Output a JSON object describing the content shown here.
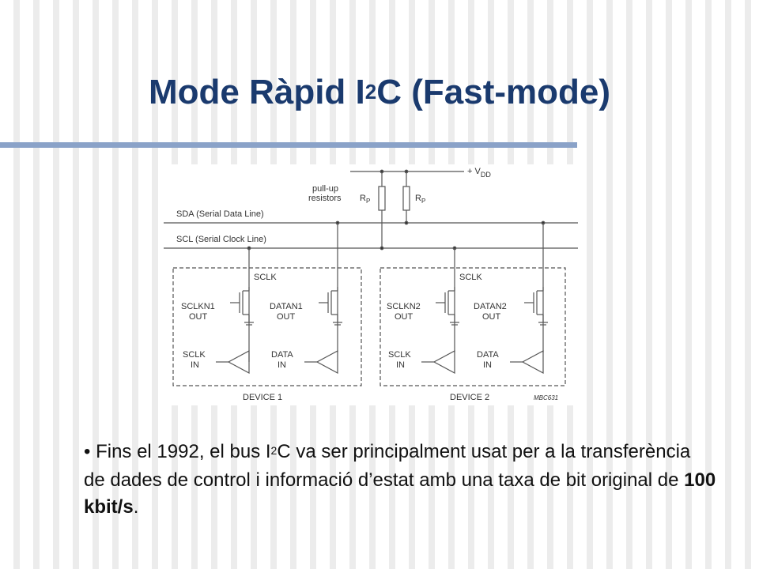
{
  "slide": {
    "title_prefix": "Mode Ràpid I",
    "title_sup": "2",
    "title_suffix": "C (Fast-mode)"
  },
  "figure": {
    "vdd_label": "+ V",
    "vdd_sub": "DD",
    "pullup_line1": "pull-up",
    "pullup_line2": "resistors",
    "rp1_main": "R",
    "rp1_sub": "P",
    "rp2_main": "R",
    "rp2_sub": "P",
    "sda_label": "SDA (Serial Data Line)",
    "scl_label": "SCL (Serial Clock Line)",
    "devices": [
      {
        "name": "DEVICE 1",
        "sclk_label": "SCLK",
        "clk_out_1": "SCLKN1",
        "clk_out_2": "OUT",
        "data_out_1": "DATAN1",
        "data_out_2": "OUT",
        "clk_in_1": "SCLK",
        "clk_in_2": "IN",
        "data_in_1": "DATA",
        "data_in_2": "IN"
      },
      {
        "name": "DEVICE 2",
        "sclk_label": "SCLK",
        "clk_out_1": "SCLKN2",
        "clk_out_2": "OUT",
        "data_out_1": "DATAN2",
        "data_out_2": "OUT",
        "clk_in_1": "SCLK",
        "clk_in_2": "IN",
        "data_in_1": "DATA",
        "data_in_2": "IN"
      }
    ],
    "code": "MBC631"
  },
  "body": {
    "bullet": "•",
    "part1": "Fins el 1992, el bus I",
    "sup": "2",
    "part2": "C va ser principalment usat per a la transferència de dades de control i informació d’estat amb una taxa de bit original de ",
    "bold": "100 kbit/s",
    "part3": "."
  }
}
